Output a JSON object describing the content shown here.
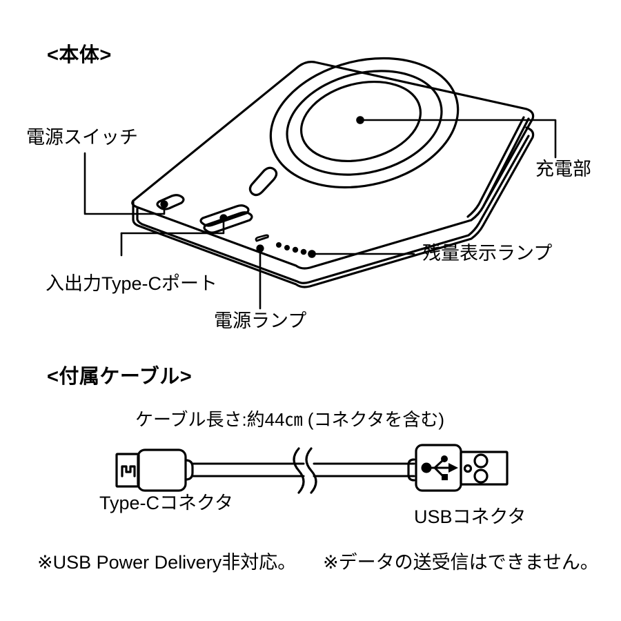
{
  "document": {
    "type": "product-instruction-diagram",
    "language": "ja",
    "background_color": "#ffffff",
    "ink_color": "#000000"
  },
  "sections": {
    "body": {
      "heading": "<本体>",
      "callouts": [
        {
          "id": "power-switch",
          "label": "電源スイッチ"
        },
        {
          "id": "usb-c-port",
          "label": "入出力Type-Cポート"
        },
        {
          "id": "power-lamp",
          "label": "電源ランプ"
        },
        {
          "id": "charging-area",
          "label": "充電部"
        },
        {
          "id": "battery-lamp",
          "label": "残量表示ランプ"
        }
      ]
    },
    "cable": {
      "heading": "<付属ケーブル>",
      "length_note": "ケーブル長さ:約44㎝ (コネクタを含む)",
      "connectors": [
        {
          "id": "type-c-connector",
          "label": "Type-Cコネクタ"
        },
        {
          "id": "usb-a-connector",
          "label": "USBコネクタ"
        }
      ],
      "usb_logo_icon": "usb-trident-icon",
      "break_symbol": "cable-break-squiggle"
    }
  },
  "footnotes": [
    "※USB Power Delivery非対応。",
    "※データの送受信はできません。"
  ]
}
